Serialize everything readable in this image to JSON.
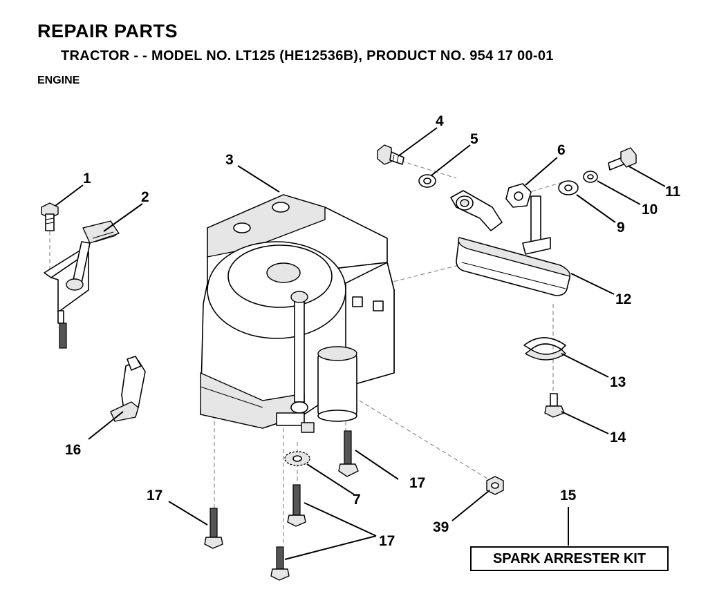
{
  "header": {
    "title": "REPAIR PARTS",
    "subtitle": "TRACTOR - - MODEL NO. LT125 (HE12536B),  PRODUCT NO. 954 17 00-01",
    "section": "ENGINE"
  },
  "callouts": {
    "c1": "1",
    "c2": "2",
    "c3": "3",
    "c4": "4",
    "c5": "5",
    "c6": "6",
    "c7": "7",
    "c9": "9",
    "c10": "10",
    "c11": "11",
    "c12": "12",
    "c13": "13",
    "c14": "14",
    "c15": "15",
    "c16": "16",
    "c17a": "17",
    "c17b": "17",
    "c17c": "17",
    "c39": "39"
  },
  "kit": {
    "label": "SPARK ARRESTER KIT"
  }
}
